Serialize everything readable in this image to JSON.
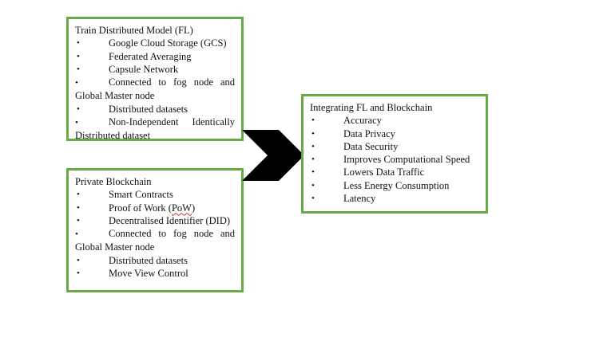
{
  "fl_box": {
    "title": "Train Distributed Model (FL)",
    "items": [
      "Google Cloud Storage (GCS)",
      "Federated Averaging",
      "Capsule Network",
      "Connected to fog node and Global Master node",
      "Distributed datasets",
      "Non-Independent Identically Distributed dataset"
    ]
  },
  "blockchain_box": {
    "title": "Private Blockchain",
    "items": [
      "Smart Contracts",
      "Proof of Work (",
      "PoW",
      ")",
      "Decentralised Identifier (DID)",
      "Connected to fog node and Global Master node",
      "Distributed datasets",
      "Move View Control"
    ]
  },
  "integration_box": {
    "title": "Integrating FL and Blockchain",
    "items": [
      "Accuracy",
      "Data Privacy",
      "Data Security",
      "Improves Computational Speed",
      "Lowers Data Traffic",
      "Less Energy Consumption",
      "Latency"
    ]
  },
  "bullet": "•",
  "colors": {
    "box_border": "#6aaa46",
    "arrow": "#000000",
    "spellcheck_underline": "#d03030"
  }
}
